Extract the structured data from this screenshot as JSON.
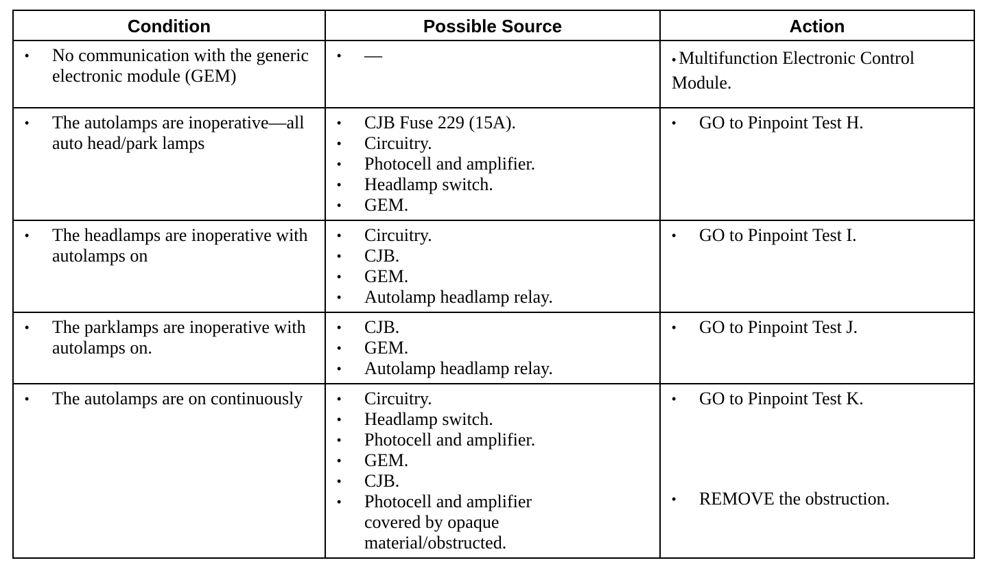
{
  "headers": [
    "Condition",
    "Possible Source",
    "Action"
  ],
  "rows": [
    {
      "condition": "No communication with the generic electronic module (GEM)",
      "sources": [
        "—"
      ],
      "actions": [
        "Multifunction Electronic Control Module."
      ]
    },
    {
      "condition": "The autolamps are inoperative—all auto head/park lamps",
      "sources": [
        "CJB Fuse 229 (15A).",
        "Circuitry.",
        "Photocell and amplifier.",
        "Headlamp switch.",
        "GEM."
      ],
      "actions": [
        "GO to Pinpoint Test H."
      ]
    },
    {
      "condition": "The headlamps are inoperative with autolamps on",
      "sources": [
        "Circuitry.",
        "CJB.",
        "GEM.",
        "Autolamp headlamp relay."
      ],
      "actions": [
        "GO to Pinpoint Test I."
      ]
    },
    {
      "condition": "The parklamps are inoperative with autolamps on.",
      "sources": [
        "CJB.",
        "GEM.",
        "Autolamp headlamp relay."
      ],
      "actions": [
        "GO to Pinpoint Test J."
      ]
    },
    {
      "condition": "The autolamps are on continuously",
      "sources": [
        "Circuitry.",
        "Headlamp switch.",
        "Photocell and amplifier.",
        "GEM.",
        "CJB.",
        "Photocell and amplifier covered by opaque material/obstructed."
      ],
      "actions": [
        "GO to Pinpoint Test K.",
        "REMOVE the obstruction."
      ]
    }
  ],
  "bullet": "•"
}
